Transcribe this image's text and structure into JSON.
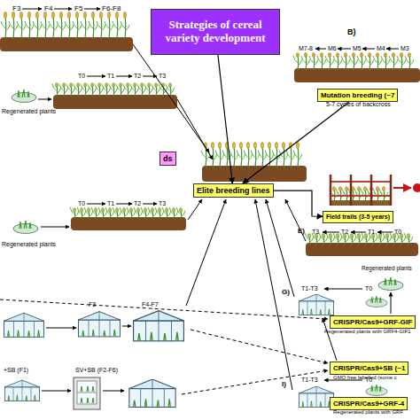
{
  "diagram": {
    "nodes": [
      {
        "text": [
          "Strategies of cereal variety development"
        ]
      },
      {
        "text": [
          "Mutation breeding (~7"
        ]
      },
      {
        "text": [
          "Elite breeding lines"
        ]
      },
      {
        "text": [
          "Field trails (3-5 years)"
        ]
      },
      {
        "text": [
          "ds"
        ]
      },
      {
        "text": [
          "CRISPR/Cas9+GRF-GIF"
        ]
      },
      {
        "text": [
          "CRISPR/Cas9+SB (~1"
        ]
      },
      {
        "text": [
          "CRISPR/Cas9+GRF-4"
        ]
      }
    ],
    "edges": [
      {
        "from": 0,
        "to": 2,
        "arrow": "to"
      },
      {
        "from": 1,
        "to": 2,
        "arrow": "to"
      },
      {
        "from": 2,
        "to": 3,
        "arrow": "to"
      }
    ],
    "labels": [
      "F3",
      "F4",
      "F5",
      "F6-F8",
      "B)",
      "M7-8",
      "M6",
      "M5",
      "M4",
      "M3",
      "5-7 cycles of backcross",
      "Regenerated plants",
      "T0",
      "T1",
      "T2",
      "T3",
      "T0",
      "T1",
      "T2",
      "T3",
      "Regenerated plants",
      "E)",
      "T3",
      "T2",
      "T1",
      "T0",
      "Regenerated plants",
      "Regenerated plants with GRF4-GIF1",
      "F3",
      "F4-F7",
      "G)",
      "T1-T3",
      "T0",
      "GMO free labelled (some c",
      "+SB (F1)",
      "SV+SB (F2-F6)",
      "I)",
      "T1-T3",
      "T0",
      "Regenerated plants with GRF"
    ]
  }
}
